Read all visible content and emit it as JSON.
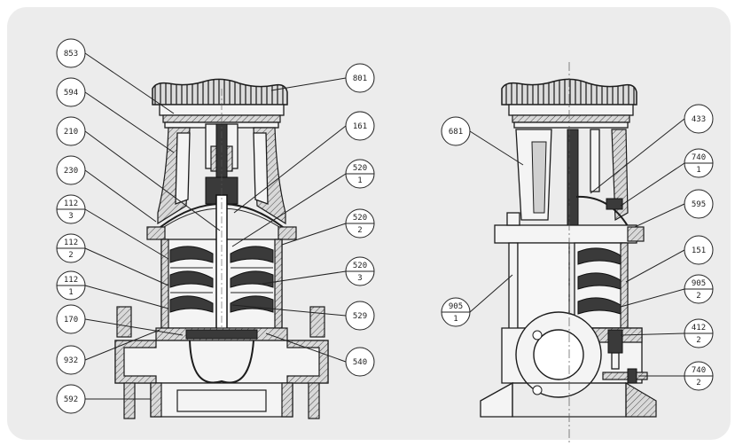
{
  "callouts": [
    {
      "id": "c853",
      "top": "853",
      "bottom": ""
    },
    {
      "id": "c594",
      "top": "594",
      "bottom": ""
    },
    {
      "id": "c210",
      "top": "210",
      "bottom": ""
    },
    {
      "id": "c230",
      "top": "230",
      "bottom": ""
    },
    {
      "id": "c112_3",
      "top": "112",
      "bottom": "3"
    },
    {
      "id": "c112_2",
      "top": "112",
      "bottom": "2"
    },
    {
      "id": "c112_1",
      "top": "112",
      "bottom": "1"
    },
    {
      "id": "c170",
      "top": "170",
      "bottom": ""
    },
    {
      "id": "c932",
      "top": "932",
      "bottom": ""
    },
    {
      "id": "c592",
      "top": "592",
      "bottom": ""
    },
    {
      "id": "c801",
      "top": "801",
      "bottom": ""
    },
    {
      "id": "c161",
      "top": "161",
      "bottom": ""
    },
    {
      "id": "c520_1",
      "top": "520",
      "bottom": "1"
    },
    {
      "id": "c520_2",
      "top": "520",
      "bottom": "2"
    },
    {
      "id": "c520_3",
      "top": "520",
      "bottom": "3"
    },
    {
      "id": "c529",
      "top": "529",
      "bottom": ""
    },
    {
      "id": "c540",
      "top": "540",
      "bottom": ""
    },
    {
      "id": "c681",
      "top": "681",
      "bottom": ""
    },
    {
      "id": "c905_1",
      "top": "905",
      "bottom": "1"
    },
    {
      "id": "c433",
      "top": "433",
      "bottom": ""
    },
    {
      "id": "c740_1",
      "top": "740",
      "bottom": "1"
    },
    {
      "id": "c595",
      "top": "595",
      "bottom": ""
    },
    {
      "id": "c151",
      "top": "151",
      "bottom": ""
    },
    {
      "id": "c905_2",
      "top": "905",
      "bottom": "2"
    },
    {
      "id": "c412_2",
      "top": "412",
      "bottom": "2"
    },
    {
      "id": "c740_2",
      "top": "740",
      "bottom": "2"
    }
  ]
}
